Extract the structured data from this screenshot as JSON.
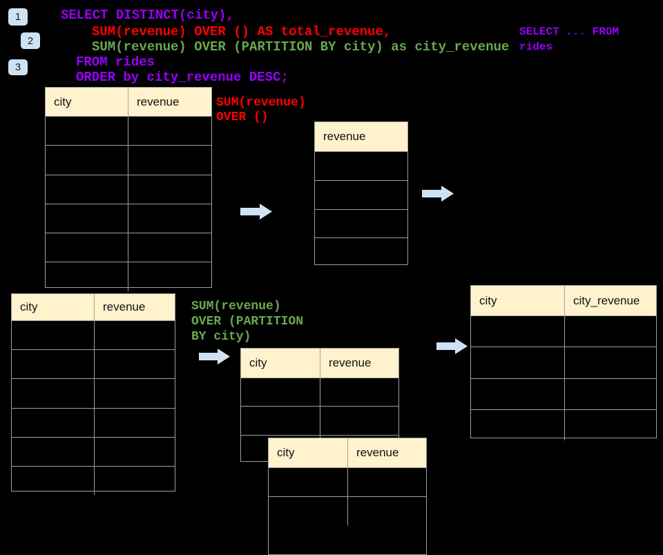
{
  "colors": {
    "bg": "#000000",
    "purple": "#9900ff",
    "red": "#ff0000",
    "green": "#6aa84f",
    "blue": "#cfe2f3",
    "cream": "#fff2cc",
    "border": "#a0a0a0",
    "text": "#111111"
  },
  "badges": {
    "b1": "1",
    "b2": "2",
    "b3": "3"
  },
  "sql": {
    "line1": "SELECT DISTINCT(city),",
    "line2": "SUM(revenue) OVER () AS total_revenue,",
    "line3": "SUM(revenue) OVER (PARTITION BY city) as city_revenue",
    "line4": "FROM rides",
    "line5": "ORDER by city_revenue DESC;"
  },
  "side_note": "SELECT ... FROM\nrides",
  "annotations": {
    "total": "SUM(revenue)\nOVER ()",
    "partition": "SUM(revenue)\nOVER (PARTITION\nBY city)"
  },
  "tables": {
    "source_top": {
      "headers": [
        "city",
        "revenue"
      ],
      "rows": 6
    },
    "total_result": {
      "headers": [
        "revenue"
      ],
      "rows": 4
    },
    "city_result": {
      "headers": [
        "city",
        "city_revenue"
      ],
      "rows": 4
    },
    "source_bottom": {
      "headers": [
        "city",
        "revenue"
      ],
      "rows": 6
    },
    "partition_step": {
      "headers": [
        "city",
        "revenue"
      ],
      "rows": 3
    },
    "partition_step2": {
      "headers": [
        "city",
        "revenue"
      ],
      "rows": 2
    }
  }
}
